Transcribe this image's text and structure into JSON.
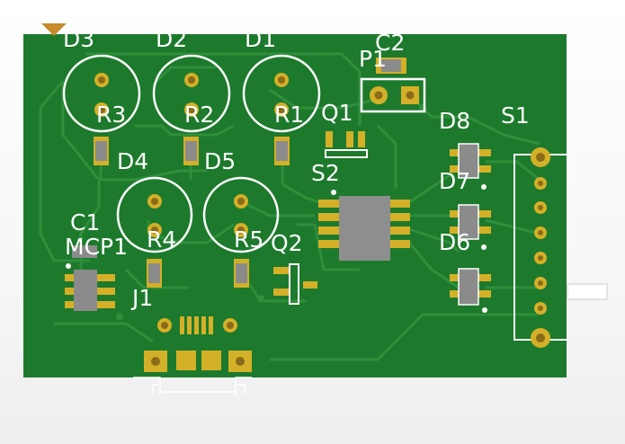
{
  "board": {
    "colors": {
      "substrate": "#1d7a2c",
      "copper_trace": "#2a8a35",
      "pad_gold": "#d4b028",
      "silkscreen": "#ffffff",
      "component_body": "#8b8b8b",
      "ic_body": "#8e8e8e",
      "background": "#f5f5f6"
    }
  },
  "labels": {
    "d3": "D3",
    "d2": "D2",
    "d1": "D1",
    "c2": "C2",
    "p1": "P1",
    "q1": "Q1",
    "d8": "D8",
    "s1": "S1",
    "r3": "R3",
    "r2": "R2",
    "r1": "R1",
    "d4": "D4",
    "d5": "D5",
    "s2": "S2",
    "d7": "D7",
    "d6": "D6",
    "c1": "C1",
    "mcp1": "MCP1",
    "r4": "R4",
    "r5": "R5",
    "q2": "Q2",
    "j1": "J1"
  }
}
